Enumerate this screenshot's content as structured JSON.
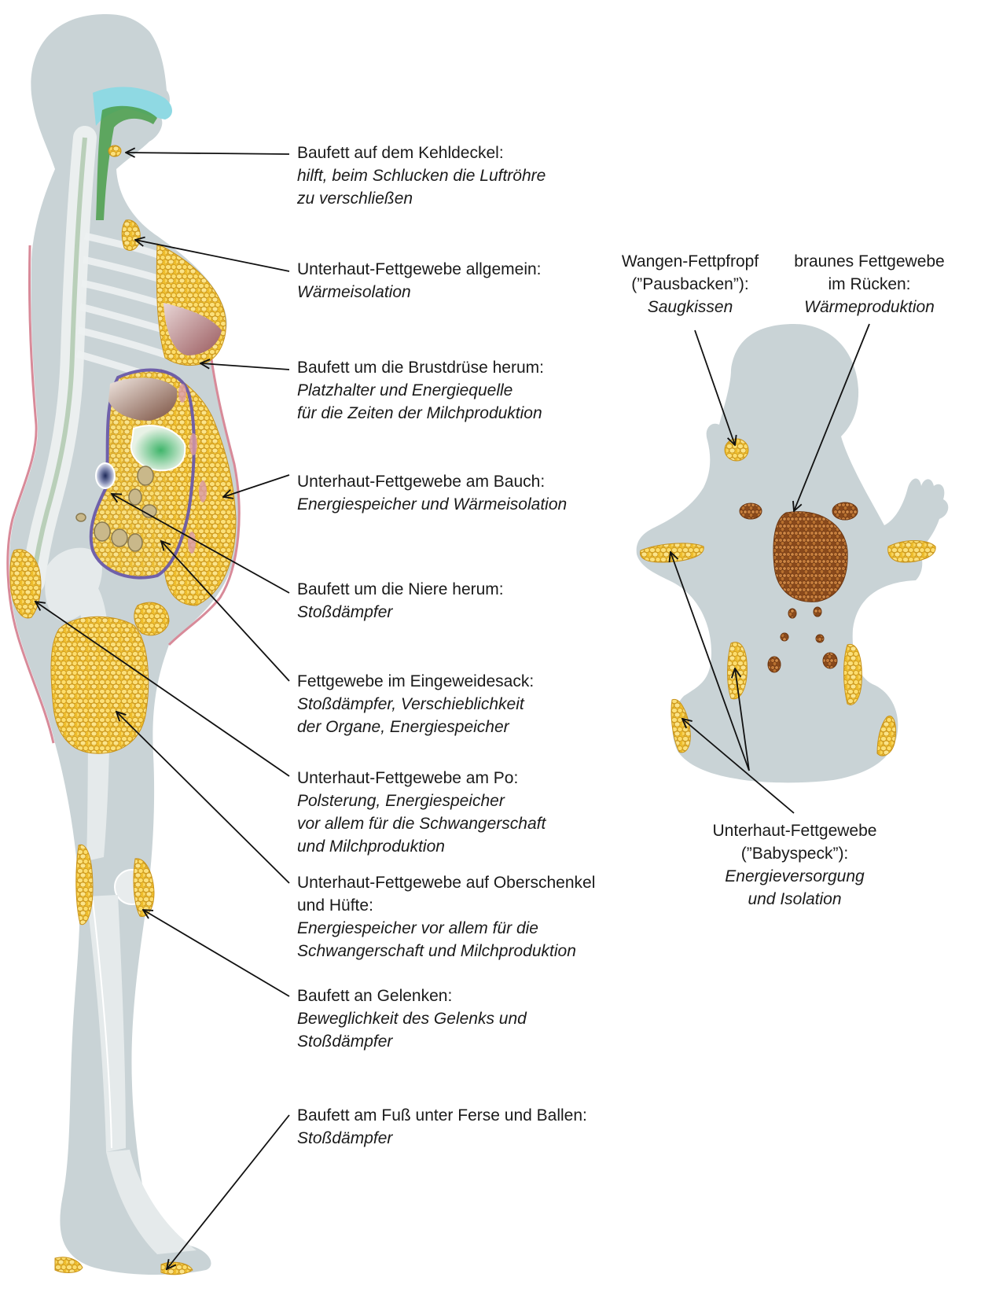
{
  "woman_annotations": [
    {
      "heading": "Baufett auf dem Kehldeckel:",
      "desc": [
        "hilft, beim Schlucken die Luftröhre",
        "zu verschließen"
      ]
    },
    {
      "heading": "Unterhaut-Fettgewebe allgemein:",
      "desc": [
        "Wärmeisolation"
      ]
    },
    {
      "heading": "Baufett um die Brustdrüse herum:",
      "desc": [
        "Platzhalter und Energiequelle",
        "für die Zeiten der Milchproduktion"
      ]
    },
    {
      "heading": "Unterhaut-Fettgewebe am Bauch:",
      "desc": [
        "Energiespeicher und Wärmeisolation"
      ]
    },
    {
      "heading": "Baufett um die Niere herum:",
      "desc": [
        "Stoßdämpfer"
      ]
    },
    {
      "heading": "Fettgewebe im Eingeweidesack:",
      "desc": [
        "Stoßdämpfer, Verschieblichkeit",
        "der Organe, Energiespeicher"
      ]
    },
    {
      "heading": "Unterhaut-Fettgewebe am Po:",
      "desc": [
        "Polsterung, Energiespeicher",
        "vor allem für die Schwangerschaft",
        "und Milchproduktion"
      ]
    },
    {
      "heading": [
        "Unterhaut-Fettgewebe auf Oberschenkel",
        "und Hüfte:"
      ],
      "desc": [
        "Energiespeicher vor allem für die",
        "Schwangerschaft und Milchproduktion"
      ]
    },
    {
      "heading": "Baufett an Gelenken:",
      "desc": [
        "Beweglichkeit des Gelenks und",
        "Stoßdämpfer"
      ]
    },
    {
      "heading": "Baufett am Fuß unter Ferse und Ballen:",
      "desc": [
        "Stoßdämpfer"
      ]
    }
  ],
  "baby_annotations": [
    {
      "heading": [
        "Wangen-Fettpfropf",
        "(”Pausbacken”):"
      ],
      "desc": [
        "Saugkissen"
      ]
    },
    {
      "heading": [
        "braunes Fettgewebe",
        "im Rücken:"
      ],
      "desc": [
        "Wärmeproduktion"
      ]
    },
    {
      "heading": [
        "Unterhaut-Fettgewebe",
        "(”Babyspeck”):"
      ],
      "desc": [
        "Energieversorgung",
        "und Isolation"
      ]
    }
  ],
  "colors": {
    "body": "#c9d3d6",
    "bone": "#e5eaeb",
    "white_fat": "#f1c233",
    "brown_fat": "#9b5a25",
    "organ_outline": "#6b5aa8",
    "airway": "#8fd9e3",
    "skin_outline": "#d17b8c"
  }
}
